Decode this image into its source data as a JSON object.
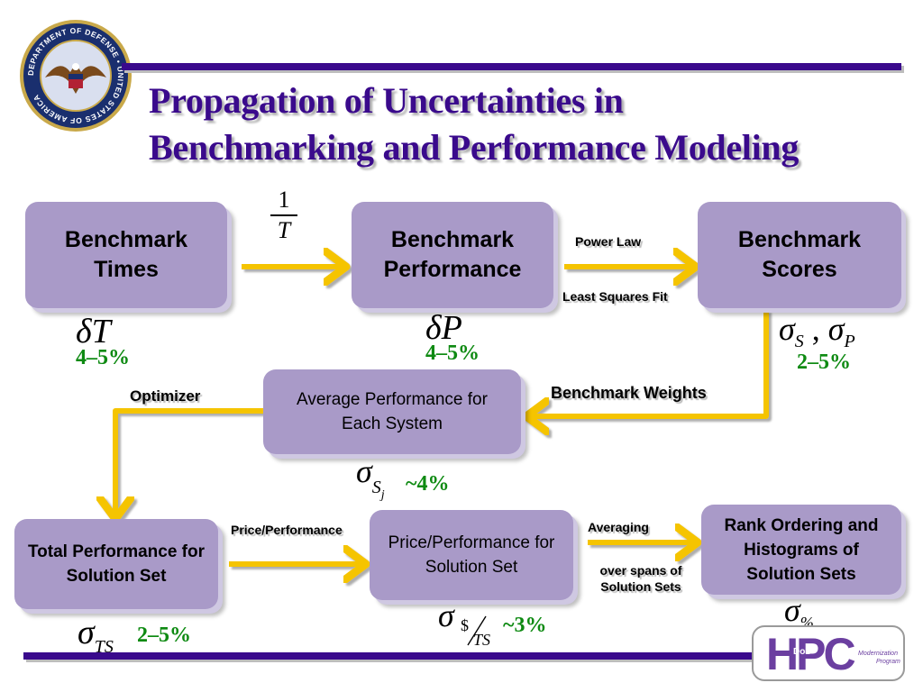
{
  "title": {
    "line1": "Propagation of Uncertainties in",
    "line2": "Benchmarking and Performance Modeling"
  },
  "seal": {
    "text": "DEPARTMENT OF DEFENSE • UNITED STATES OF AMERICA"
  },
  "boxes": {
    "benchmark_times": "Benchmark Times",
    "benchmark_performance": "Benchmark Performance",
    "benchmark_scores": "Benchmark Scores",
    "average_performance": "Average Performance for Each System",
    "total_performance": "Total Performance for Solution Set",
    "price_performance": "Price/Performance for Solution Set",
    "rank_ordering": "Rank Ordering and Histograms of Solution Sets"
  },
  "arrow_labels": {
    "reciprocal_num": "1",
    "reciprocal_den": "T",
    "power_law": "Power Law",
    "least_squares": "Least Squares Fit",
    "benchmark_weights": "Benchmark Weights",
    "optimizer": "Optimizer",
    "price_performance": "Price/Performance",
    "averaging": "Averaging",
    "over_spans": "over spans of Solution Sets"
  },
  "uncertainties": {
    "times": {
      "symbol": "δT",
      "pct": "4–5%"
    },
    "performance": {
      "symbol": "δP",
      "pct": "4–5%"
    },
    "scores": {
      "sym1": "σ",
      "sub1": "S",
      "sep": " , ",
      "sym2": "σ",
      "sub2": "P",
      "pct": "2–5%"
    },
    "average": {
      "sym": "σ",
      "sub": "S",
      "subsub": "j",
      "pct": "~4%"
    },
    "total": {
      "sym": "σ",
      "sub": "TS",
      "pct": "2–5%"
    },
    "price": {
      "sym": "σ",
      "num": "$",
      "den": "TS",
      "pct": "~3%"
    },
    "rank": {
      "sym": "σ",
      "sub": "%"
    }
  },
  "logo": {
    "main": "HPC",
    "small": "DoD",
    "side_line1": "Modernization",
    "side_line2": "Program"
  },
  "colors": {
    "title": "#3a0a8c",
    "box": "#a99ac8",
    "arrow": "#f5c400",
    "percent": "#0e8a12",
    "rule": "#3a0a8c"
  }
}
